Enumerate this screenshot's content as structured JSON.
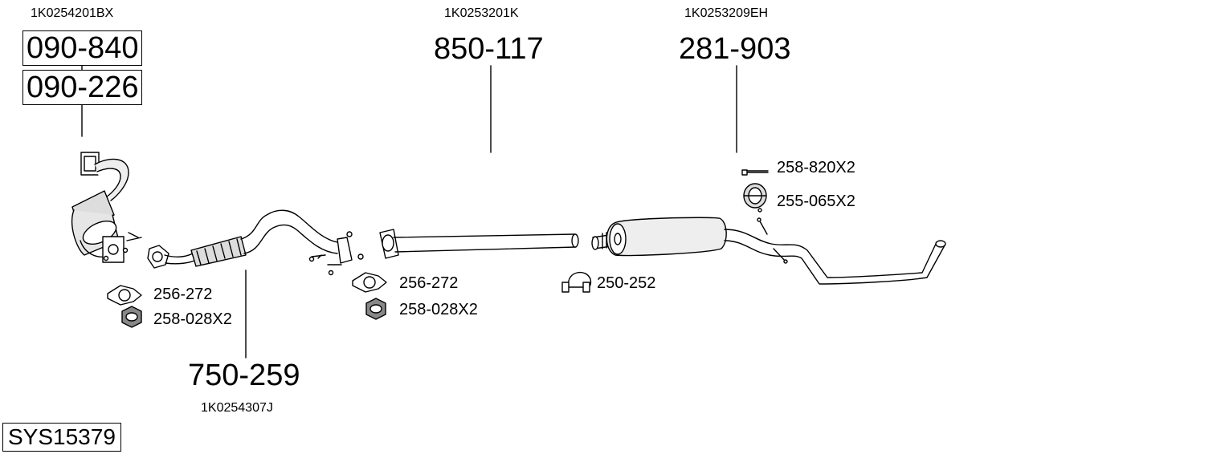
{
  "diagram": {
    "system_code": "SYS15379",
    "parts": [
      {
        "part_no": "090-840",
        "oem": "1K0254201BX"
      },
      {
        "part_no": "090-226"
      },
      {
        "part_no": "750-259",
        "oem": "1K0254307J"
      },
      {
        "part_no": "850-117",
        "oem": "1K0253201K"
      },
      {
        "part_no": "281-903",
        "oem": "1K0253209EH"
      }
    ],
    "accessories": [
      {
        "label": "256-272"
      },
      {
        "label": "258-028X2"
      },
      {
        "label": "256-272"
      },
      {
        "label": "258-028X2"
      },
      {
        "label": "250-252"
      },
      {
        "label": "258-820X2"
      },
      {
        "label": "255-065X2"
      }
    ]
  }
}
